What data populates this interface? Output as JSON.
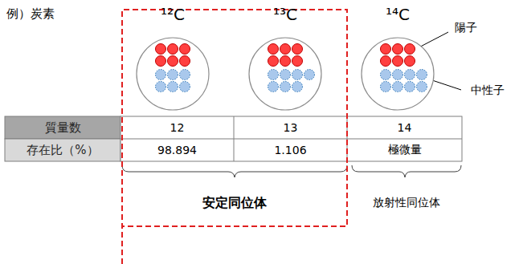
{
  "diagram": {
    "title": "例）炭素",
    "nodes": [
      {
        "text": [
          "¹²C"
        ]
      },
      {
        "text": [
          "¹³C"
        ]
      },
      {
        "text": [
          "¹⁴C"
        ]
      }
    ],
    "labels": [
      "陽子",
      "中性子",
      "質量数",
      "12",
      "13",
      "14",
      "存在比（%）",
      "98.894",
      "1.106",
      "極微量",
      "安定同位体",
      "放射性同位体"
    ]
  }
}
